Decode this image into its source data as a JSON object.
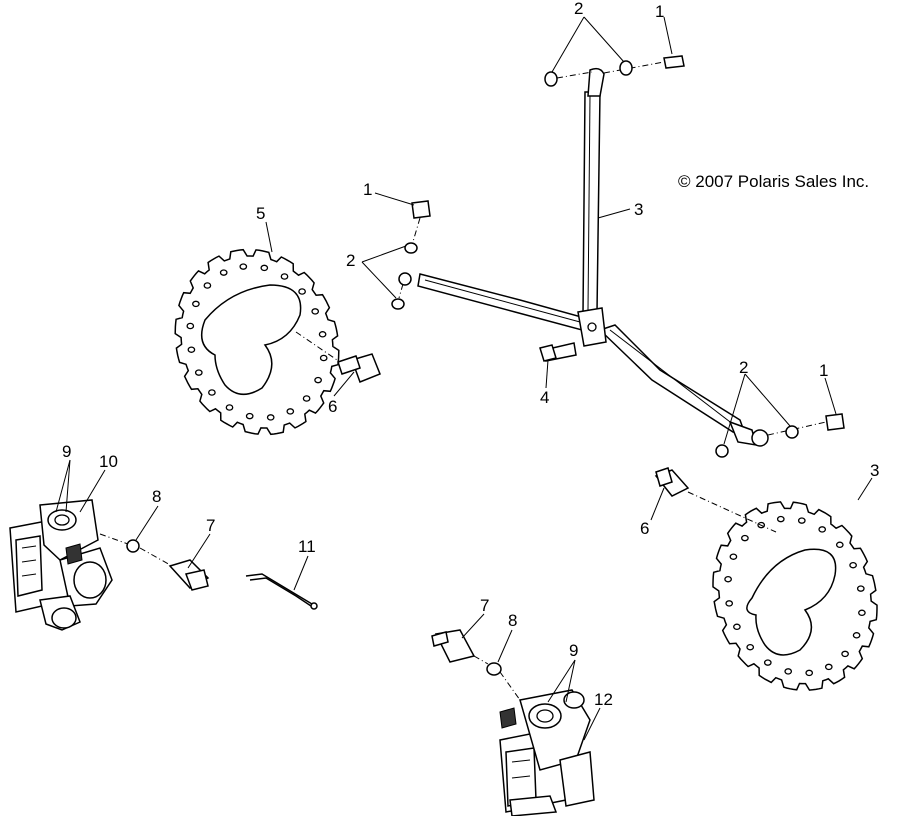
{
  "copyright": "© 2007 Polaris Sales Inc.",
  "callouts": {
    "c1a": "1",
    "c1b": "1",
    "c1c": "1",
    "c2a": "2",
    "c2b": "2",
    "c2c": "2",
    "c3a": "3",
    "c3b": "3",
    "c4": "4",
    "c5": "5",
    "c6a": "6",
    "c6b": "6",
    "c7a": "7",
    "c7b": "7",
    "c8a": "8",
    "c8b": "8",
    "c9a": "9",
    "c9b": "9",
    "c10": "10",
    "c11": "11",
    "c12": "12"
  }
}
